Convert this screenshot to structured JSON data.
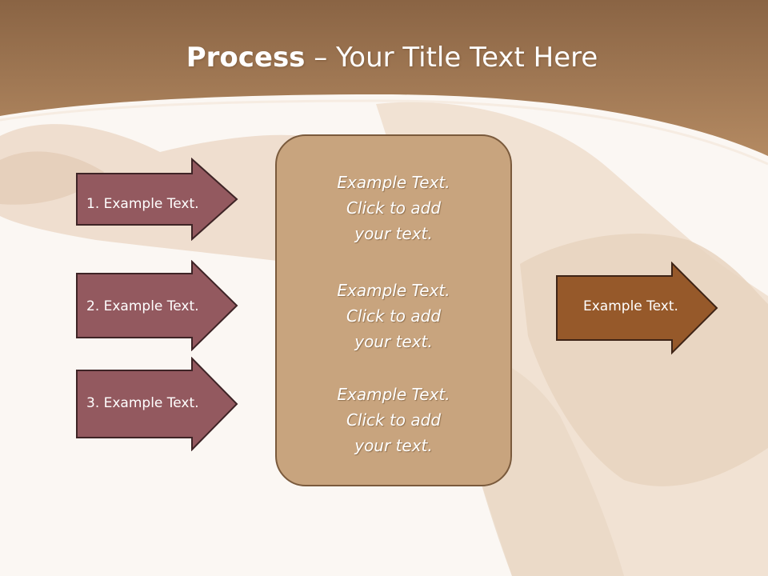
{
  "title": {
    "bold": "Process",
    "rest": " – Your Title Text Here"
  },
  "left_arrows": [
    {
      "label": "1. Example Text."
    },
    {
      "label": "2. Example Text."
    },
    {
      "label": "3. Example Text."
    }
  ],
  "center_blocks": [
    {
      "text": "Example Text.\nClick  to add\nyour text."
    },
    {
      "text": "Example Text.\nClick  to add\nyour text."
    },
    {
      "text": "Example Text.\nClick  to add\nyour text."
    }
  ],
  "right_arrow": {
    "label": "Example Text."
  },
  "colors": {
    "header_band": "#a87c54",
    "left_arrow_fill": "#93595f",
    "center_box_fill": "#c8a47e",
    "right_arrow_fill": "#96592a"
  }
}
